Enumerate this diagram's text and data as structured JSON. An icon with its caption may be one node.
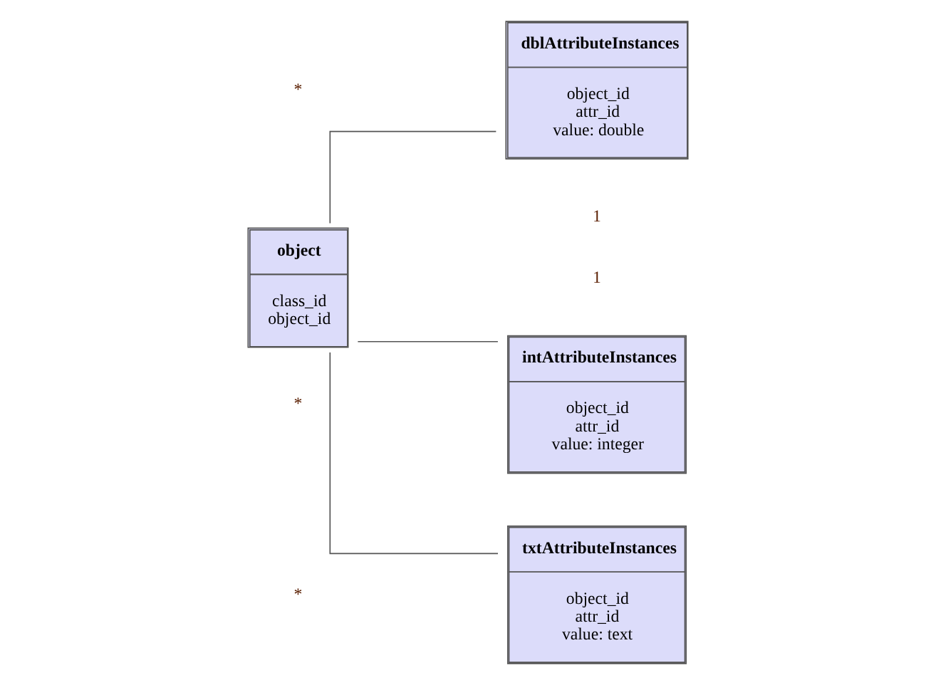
{
  "diagram": {
    "nodes": [
      {
        "text": [
          "object",
          "class_id",
          "object_id"
        ]
      },
      {
        "text": [
          "dblAttributeInstances",
          "object_id",
          "attr_id",
          "value: double"
        ]
      },
      {
        "text": [
          "intAttributeInstances",
          "object_id",
          "attr_id",
          "value: integer"
        ]
      },
      {
        "text": [
          "txtAttributeInstances",
          "object_id",
          "attr_id",
          "value: text"
        ]
      }
    ],
    "edges": [
      {
        "from": 0,
        "to": 1,
        "arrow": "none"
      },
      {
        "from": 0,
        "to": 2,
        "arrow": "none"
      },
      {
        "from": 0,
        "to": 3,
        "arrow": "none"
      }
    ],
    "labels": [
      "1",
      "*",
      "1",
      "*",
      "*"
    ]
  }
}
